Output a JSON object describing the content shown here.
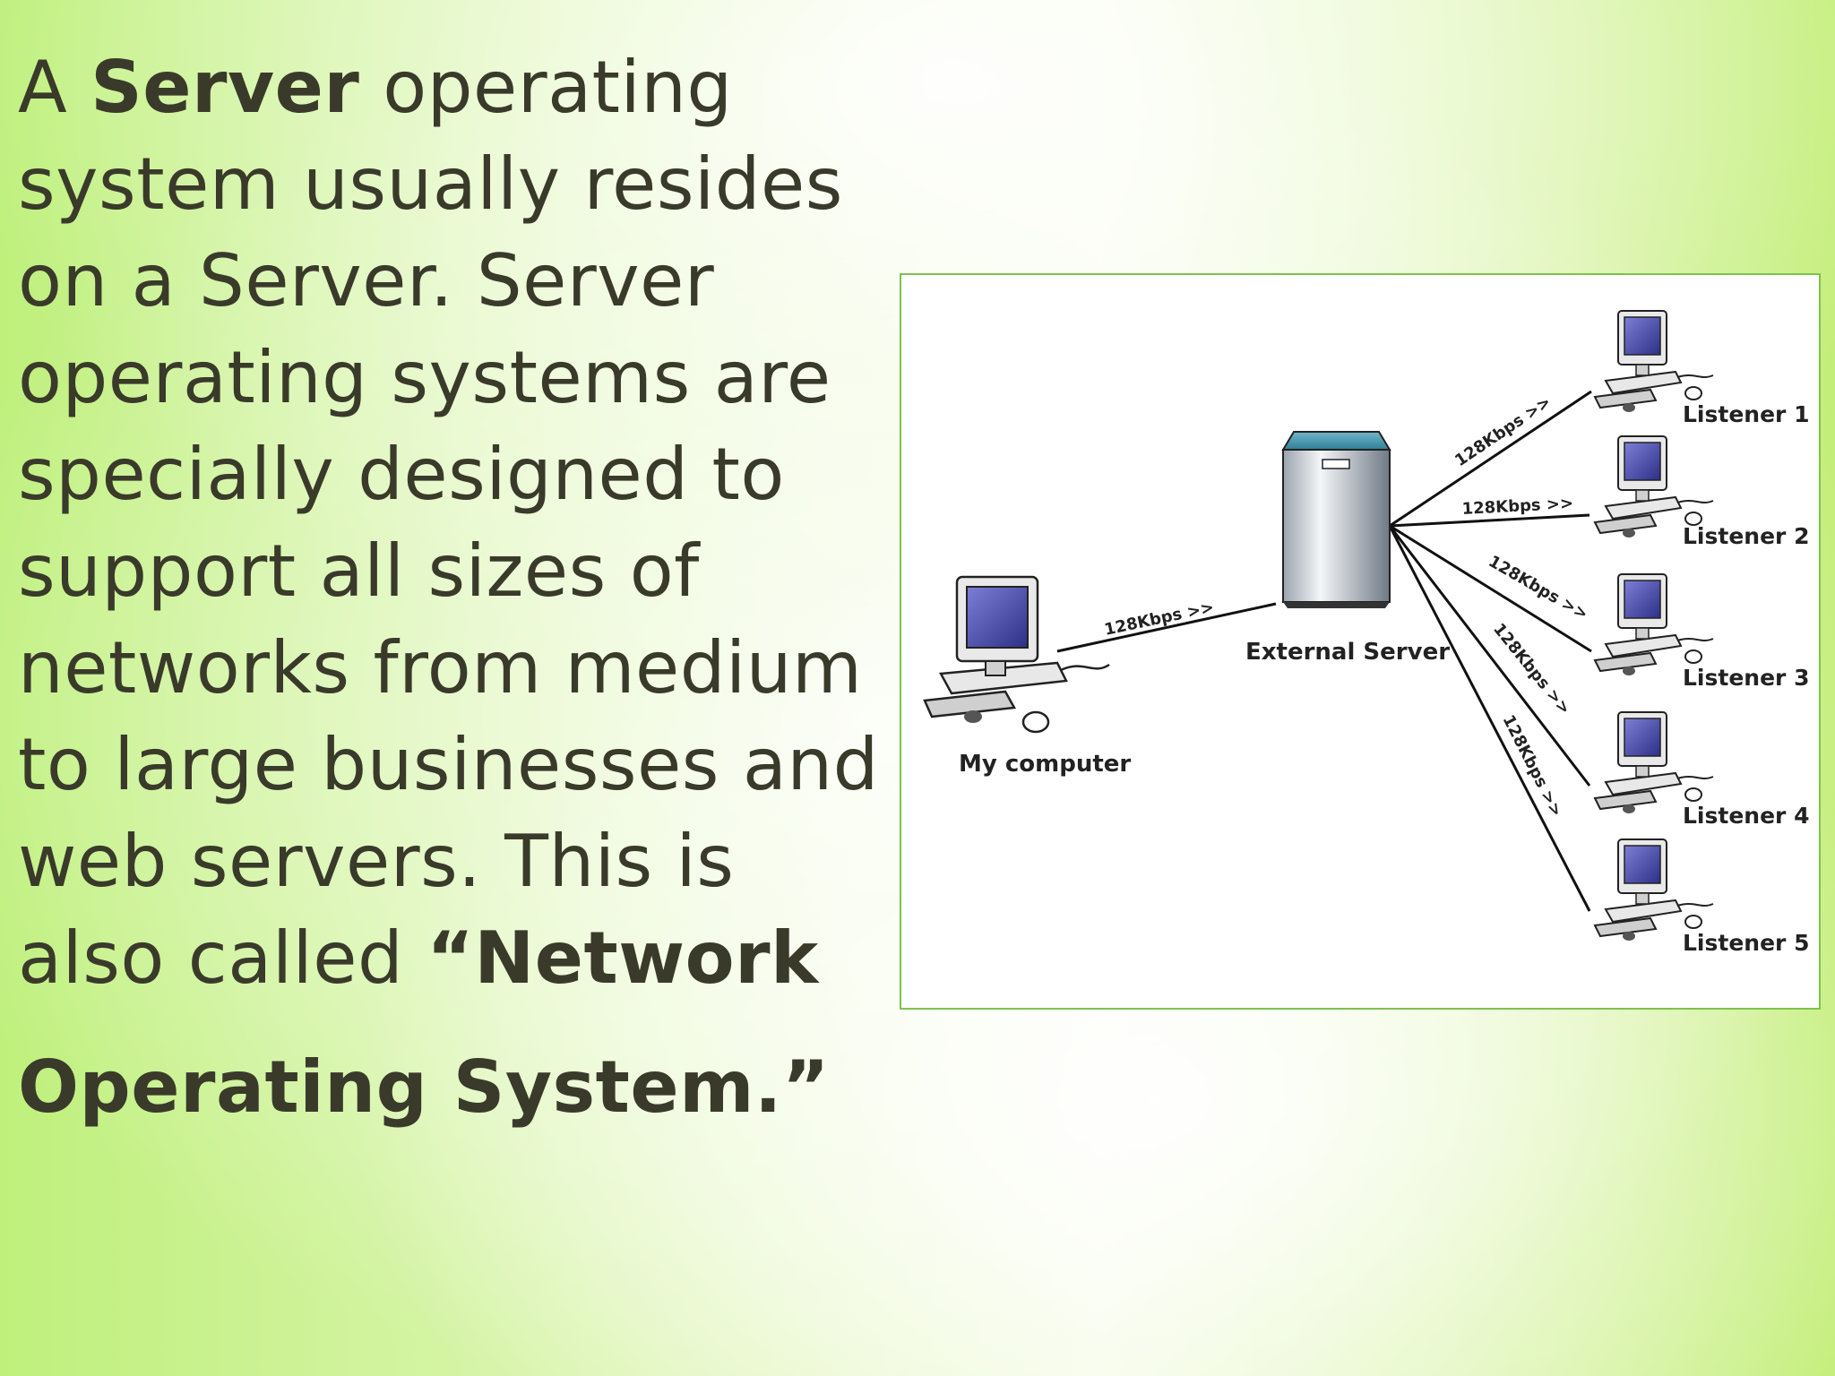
{
  "slide": {
    "text": {
      "l1_a": "A ",
      "l1_b": "Server",
      "l1_c": " operating",
      "l2": "system usually resides",
      "l3": "on a Server. Server",
      "l4": "operating systems are",
      "l5": "specially designed to",
      "l6": "support all sizes of",
      "l7": "networks from medium",
      "l8": "to large businesses and",
      "l9": "web servers. This is",
      "l10_a": "also called ",
      "l10_b": "“Network",
      "l11": "Operating System.”"
    },
    "diagram": {
      "source_label": "My computer",
      "server_label": "External Server",
      "link_label": "128Kbps >>",
      "listeners": [
        "Listener 1",
        "Listener 2",
        "Listener 3",
        "Listener 4",
        "Listener 5"
      ]
    },
    "colors": {
      "text": "#3a3a2b",
      "accent_green": "#b8ec6e",
      "border": "#7dc34a"
    }
  }
}
